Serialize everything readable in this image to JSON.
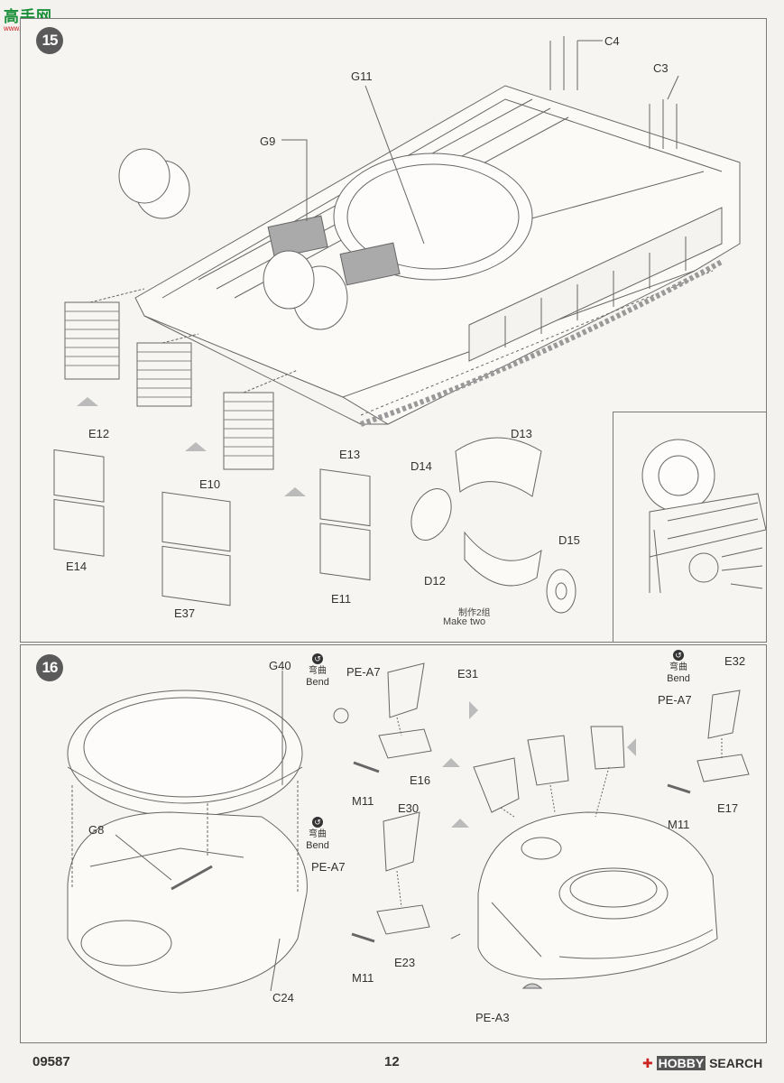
{
  "watermark": {
    "chars": "高手网",
    "url": "www.shopi.com"
  },
  "step15": {
    "number": "15",
    "labels": {
      "c4": "C4",
      "c3": "C3",
      "g11": "G11",
      "g9": "G9",
      "e12": "E12",
      "e14": "E14",
      "e10": "E10",
      "e37": "E37",
      "e13": "E13",
      "e11": "E11",
      "d13": "D13",
      "d14": "D14",
      "d15": "D15",
      "d12": "D12"
    },
    "note_cn": "制作2组",
    "note_en": "Make two"
  },
  "step16": {
    "number": "16",
    "labels": {
      "g40": "G40",
      "g8": "G8",
      "c24": "C24",
      "pe_a7_1": "PE-A7",
      "e31": "E31",
      "e16": "E16",
      "m11_1": "M11",
      "e30": "E30",
      "pe_a7_2": "PE-A7",
      "e23": "E23",
      "m11_2": "M11",
      "e32": "E32",
      "pe_a7_3": "PE-A7",
      "e17": "E17",
      "m11_3": "M11",
      "pe_a3": "PE-A3"
    },
    "bend_cn": "弯曲",
    "bend_en": "Bend"
  },
  "footer": {
    "code": "09587",
    "page": "12",
    "brand_left": "HOBBY",
    "brand_right": "SEARCH"
  }
}
